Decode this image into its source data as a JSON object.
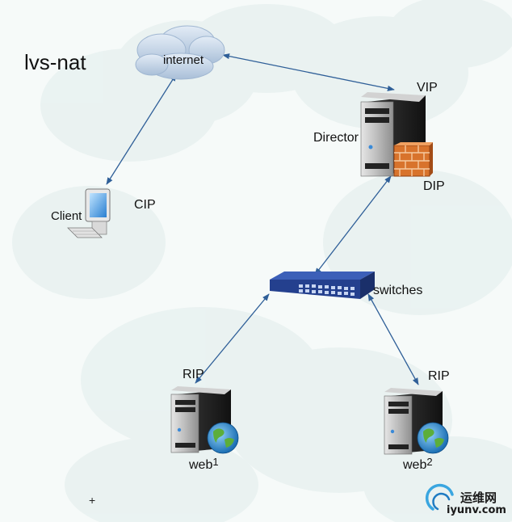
{
  "title": "lvs-nat",
  "nodes": {
    "internet": {
      "label": "internet",
      "icon": "cloud-icon"
    },
    "director": {
      "label": "Director",
      "vip": "VIP",
      "dip": "DIP",
      "icon": "server-icon"
    },
    "client": {
      "label": "Client",
      "cip": "CIP",
      "icon": "desktop-computer-icon"
    },
    "switch": {
      "label": "switches",
      "icon": "network-switch-icon"
    },
    "web1": {
      "label": "web",
      "index": "1",
      "rip": "RIP",
      "icon": "web-server-icon"
    },
    "web2": {
      "label": "web",
      "index": "2",
      "rip": "RIP",
      "icon": "web-server-icon"
    }
  },
  "links": [
    {
      "from": "internet",
      "to": "director"
    },
    {
      "from": "internet",
      "to": "client"
    },
    {
      "from": "director",
      "to": "switch"
    },
    {
      "from": "switch",
      "to": "web1"
    },
    {
      "from": "switch",
      "to": "web2"
    }
  ],
  "watermark": {
    "name": "运维网",
    "domain": "iyunv.com"
  },
  "cursor": "+",
  "colors": {
    "link": "#2f5f98",
    "background": "#f6faf9",
    "firewall": "#d8732c",
    "switch": "#24408e"
  }
}
